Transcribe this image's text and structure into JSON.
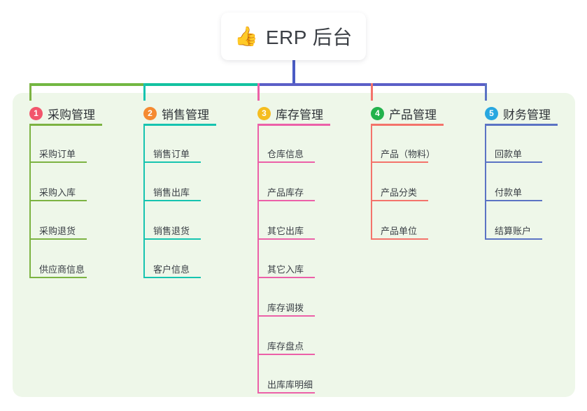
{
  "diagram": {
    "background_color": "#eef7e9",
    "canvas_color": "#ffffff"
  },
  "root": {
    "icon": "thumbs-up-emoji",
    "emoji": "👍",
    "title": "ERP 后台",
    "trunk_color": "#4a5bc4"
  },
  "trunk": {
    "segments": [
      {
        "name": "left-green",
        "color": "#72b742"
      },
      {
        "name": "mid-teal",
        "color": "#12c2a0"
      },
      {
        "name": "right-blue",
        "color": "#5b5fc7"
      }
    ]
  },
  "columns": [
    {
      "index": "1",
      "title": "采购管理",
      "badge_color": "#f2556c",
      "line_color": "#7cb342",
      "items": [
        "采购订单",
        "采购入库",
        "采购退货",
        "供应商信息"
      ]
    },
    {
      "index": "2",
      "title": "销售管理",
      "badge_color": "#f58a31",
      "line_color": "#16c4b0",
      "items": [
        "销售订单",
        "销售出库",
        "销售退货",
        "客户信息"
      ]
    },
    {
      "index": "3",
      "title": "库存管理",
      "badge_color": "#f5bd1f",
      "line_color": "#ec60a8",
      "items": [
        "仓库信息",
        "产品库存",
        "其它出库",
        "其它入库",
        "库存调拨",
        "库存盘点",
        "出库库明细"
      ]
    },
    {
      "index": "4",
      "title": "产品管理",
      "badge_color": "#22b24c",
      "line_color": "#f4736b",
      "items": [
        "产品（物料）",
        "产品分类",
        "产品单位"
      ]
    },
    {
      "index": "5",
      "title": "财务管理",
      "badge_color": "#28a7e0",
      "line_color": "#5b73c4",
      "items": [
        "回款单",
        "付款单",
        "结算账户"
      ]
    }
  ]
}
